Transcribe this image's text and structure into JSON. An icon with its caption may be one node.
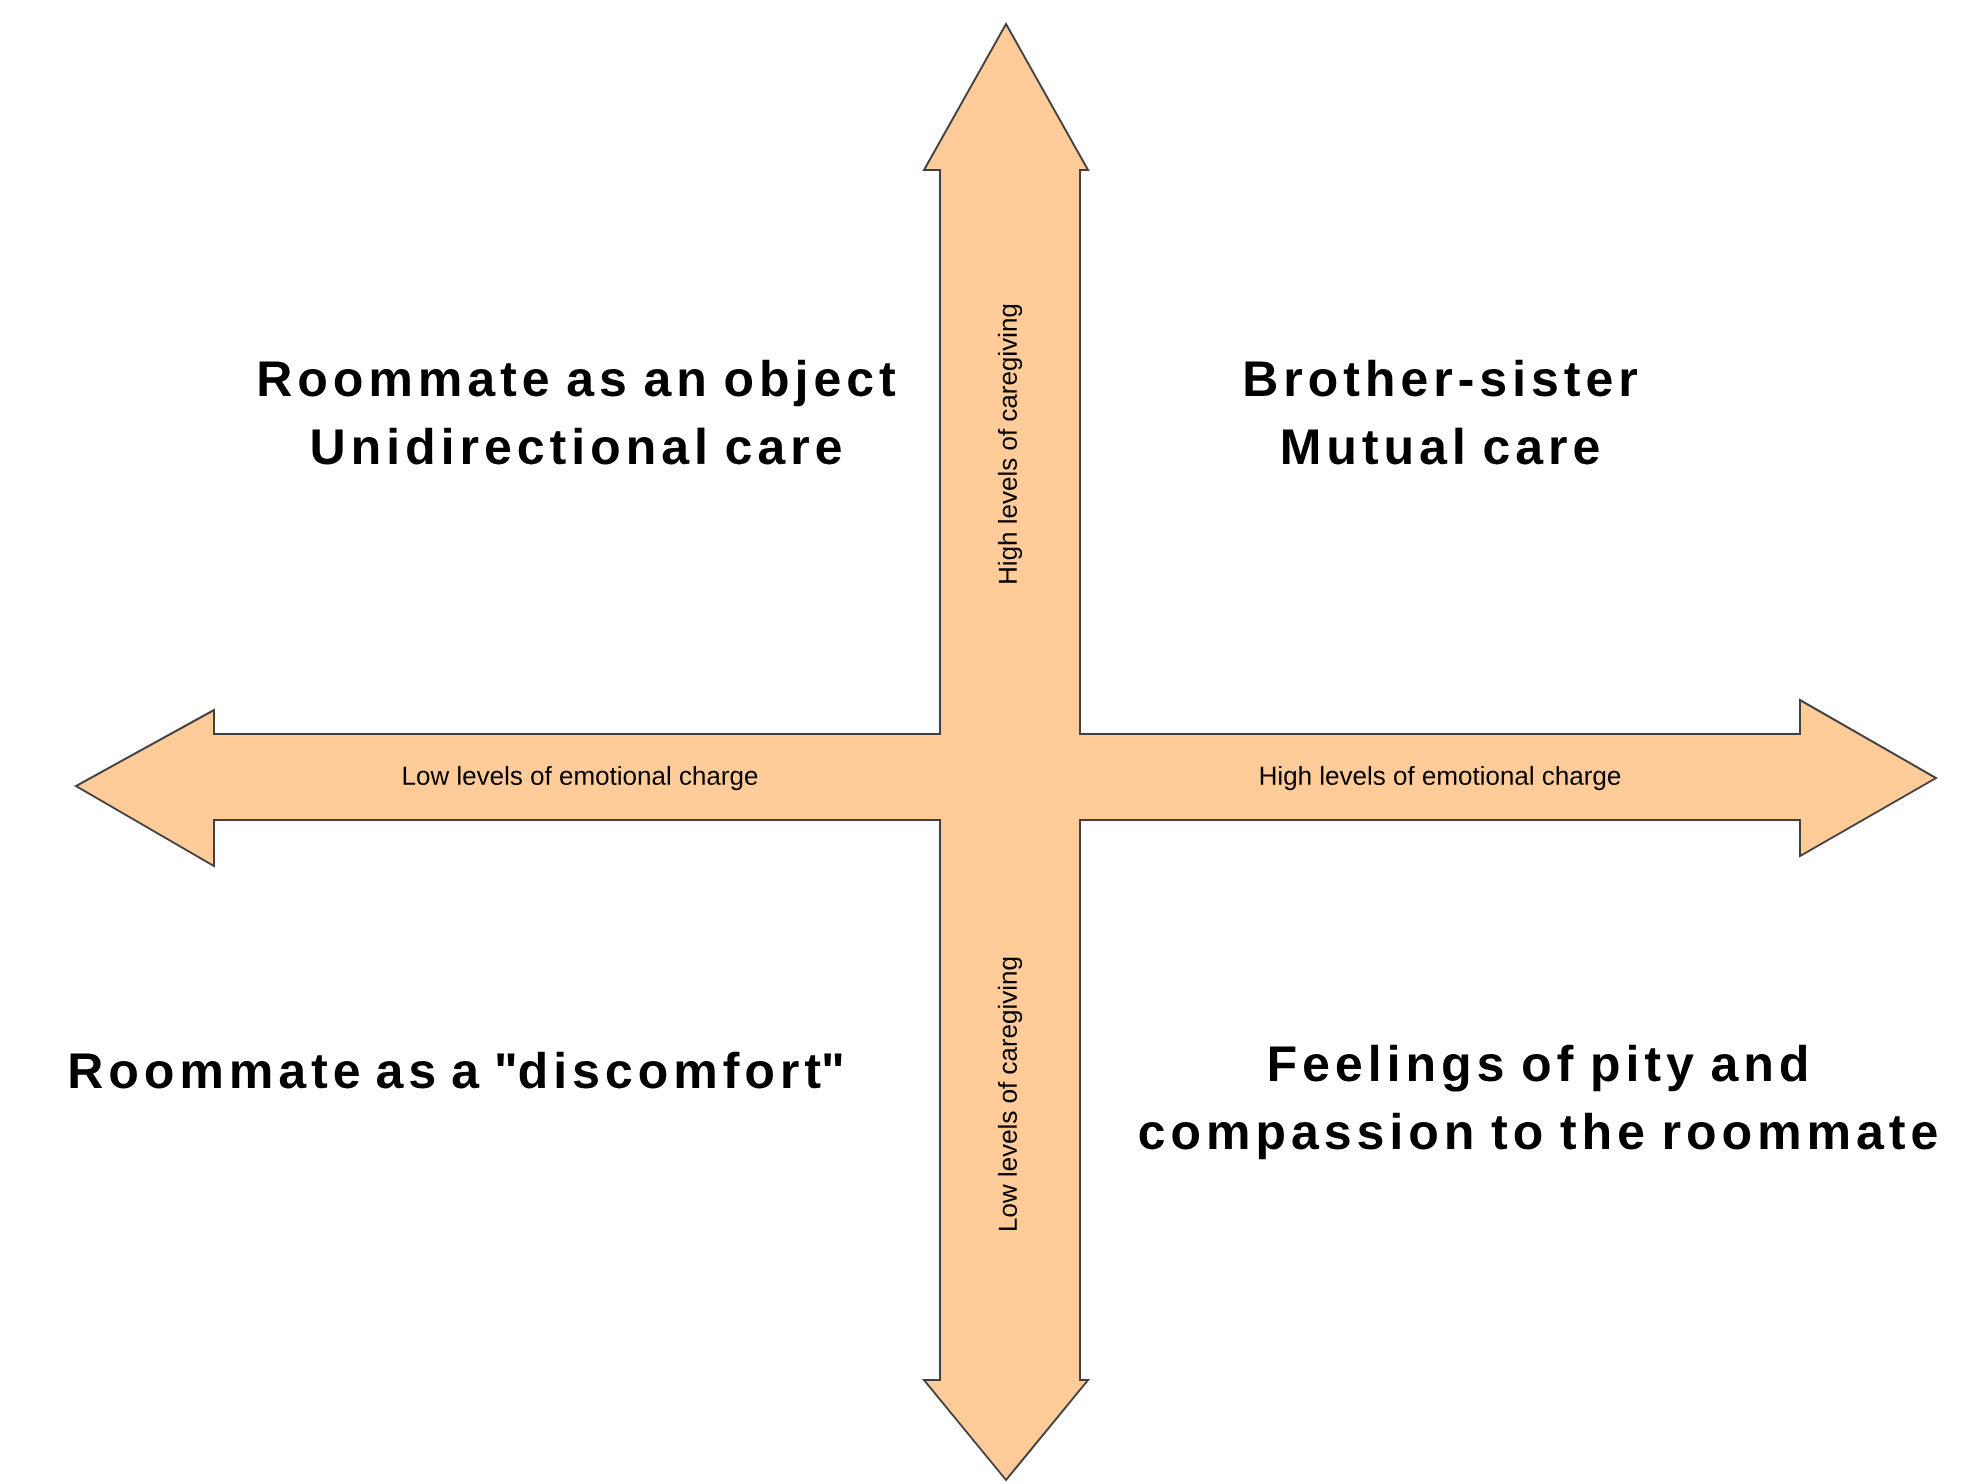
{
  "diagram": {
    "labels": [
      "Roommate as an object Unidirectional care",
      "High levels of caregiving",
      "Brother-sister Mutual care",
      "Low levels of emotional charge",
      "High levels of emotional charge",
      "Roommate as a \"discomfort\"",
      "Low levels of caregiving",
      "Feelings of pity and compassion to the roommate"
    ]
  }
}
